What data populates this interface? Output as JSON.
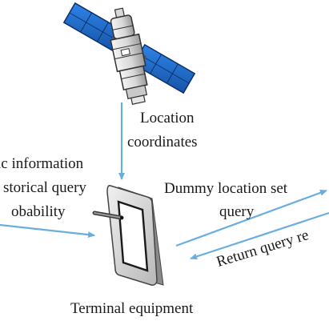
{
  "labels": {
    "location_line1": "Location",
    "location_line2": "coordinates",
    "info_line1": "ic information",
    "info_line2": "storical query",
    "info_line3": "obability",
    "dummy_line1": "Dummy location set",
    "dummy_line2": "query",
    "return": "Return query re",
    "terminal": "Terminal equipment"
  },
  "colors": {
    "arrow": "#6aaede",
    "panel_blue": "#1d6fd1",
    "device_body": "#d4d4d4"
  },
  "icons": {
    "satellite": "satellite-icon",
    "terminal": "terminal-device-icon"
  }
}
